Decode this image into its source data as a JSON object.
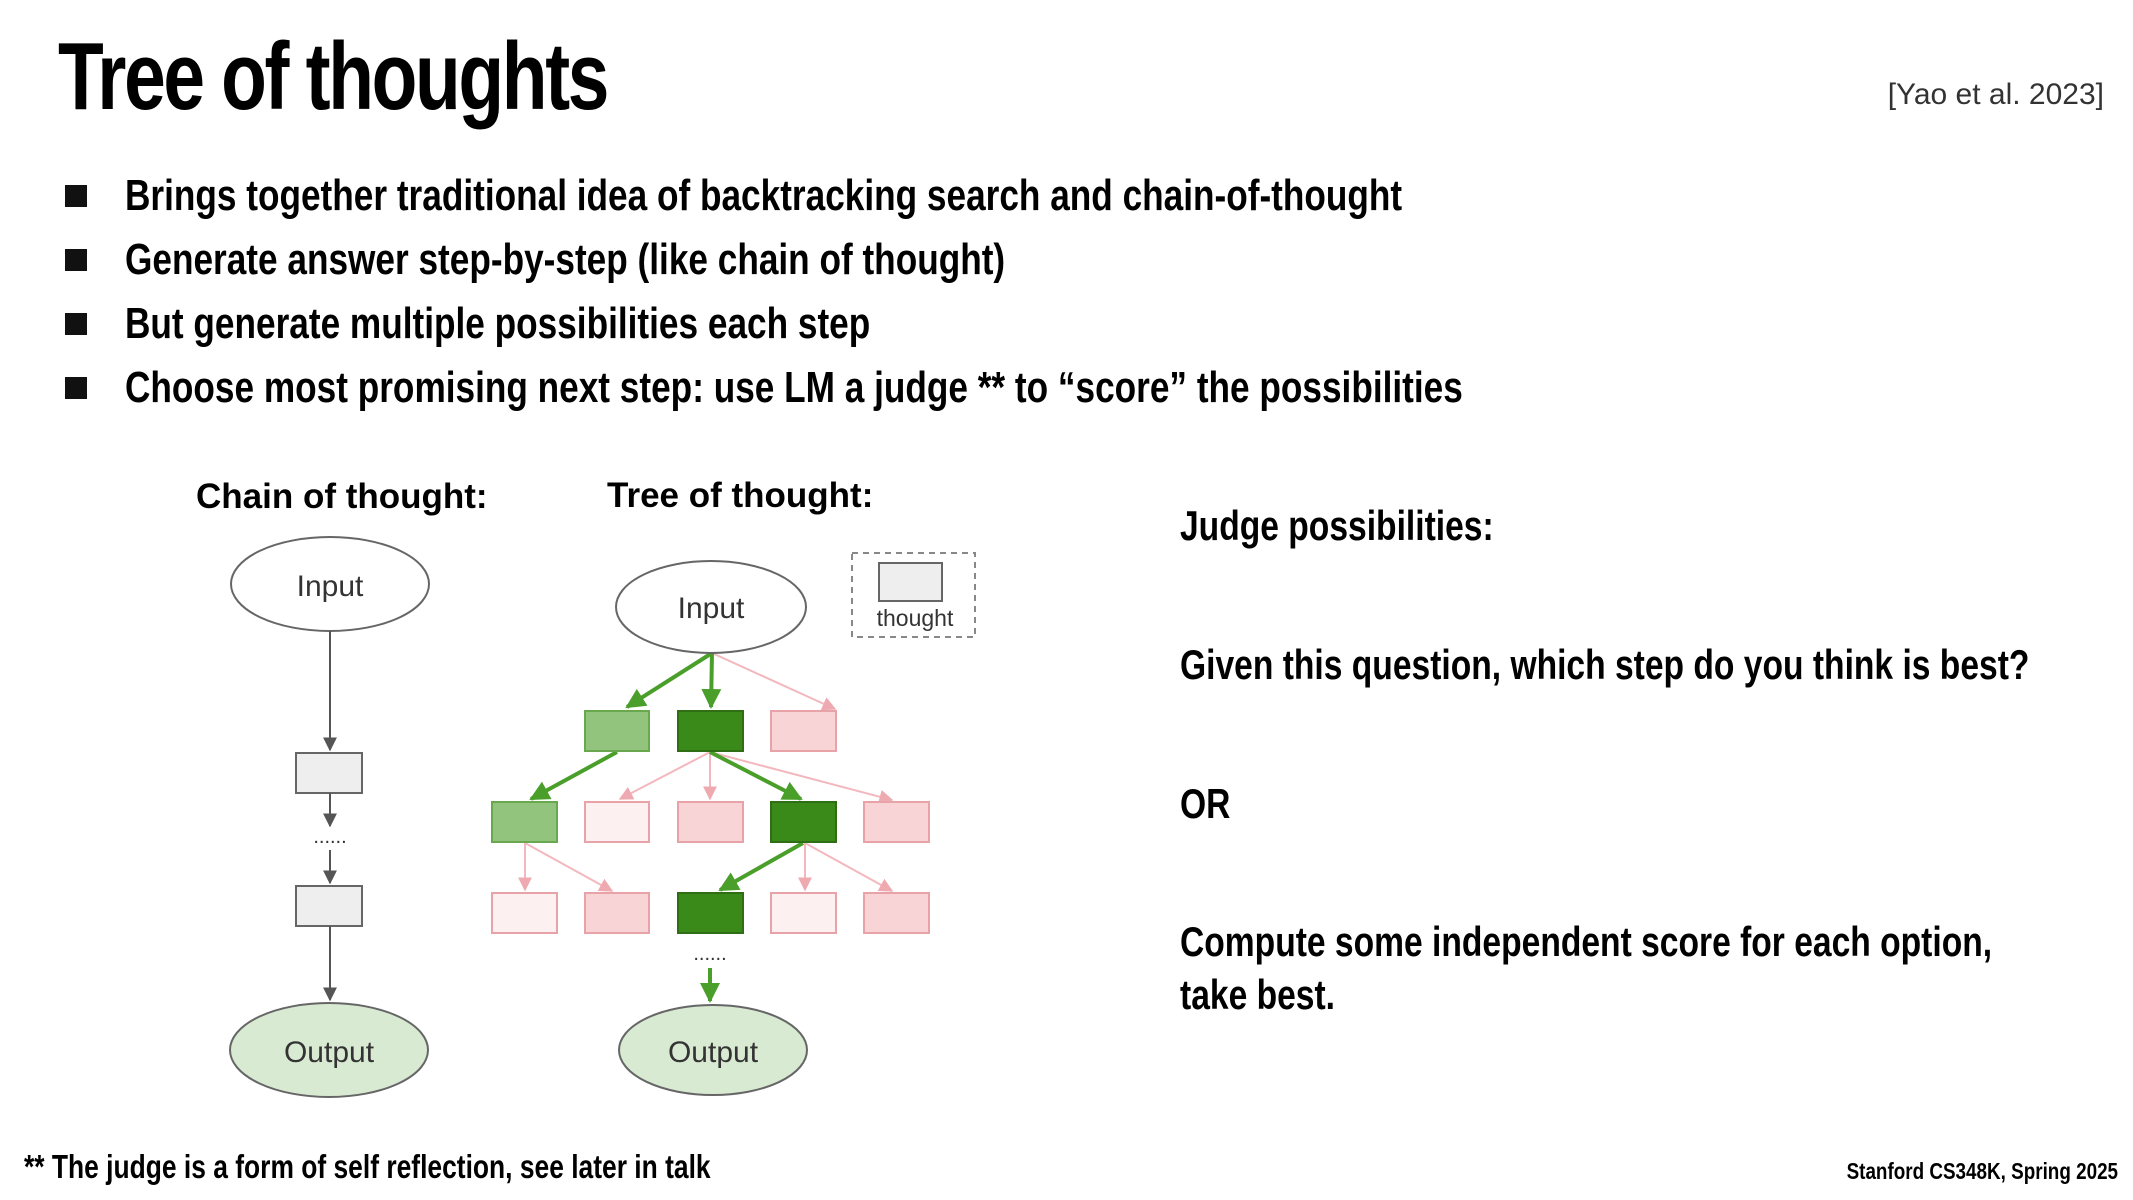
{
  "slide": {
    "title": "Tree of thoughts",
    "citation": "[Yao et al. 2023]",
    "bullets": [
      "Brings together traditional idea of backtracking search and chain-of-thought",
      "Generate answer step-by-step (like chain of thought)",
      "But generate multiple possibilities each step",
      "Choose most promising next step: use LM a judge ** to “score” the possibilities"
    ],
    "footnote": "** The judge is a form of self reflection, see later in talk",
    "credit": "Stanford CS348K, Spring 2025"
  },
  "diagram": {
    "chain_title": "Chain of thought:",
    "tree_title": "Tree of thought:",
    "input_label": "Input",
    "output_label": "Output",
    "legend_label": "thought",
    "ellipsis": "......",
    "colors": {
      "selected": "#3a8a1a",
      "candidate": "#93c47d",
      "rejected_fill": "#f9d4d6",
      "rejected_light": "#fdf0f0",
      "rejected_stroke": "#e8a3a8",
      "node_gray": "#eeeeee",
      "output_fill": "#d9ead3",
      "edge_green": "#4a9e2a"
    }
  },
  "judge": {
    "heading": "Judge possibilities:",
    "question": "Given this question, which step do you think is best?",
    "or_label": "OR",
    "alt_line1": "Compute some independent score for each option,",
    "alt_line2": "take best."
  }
}
